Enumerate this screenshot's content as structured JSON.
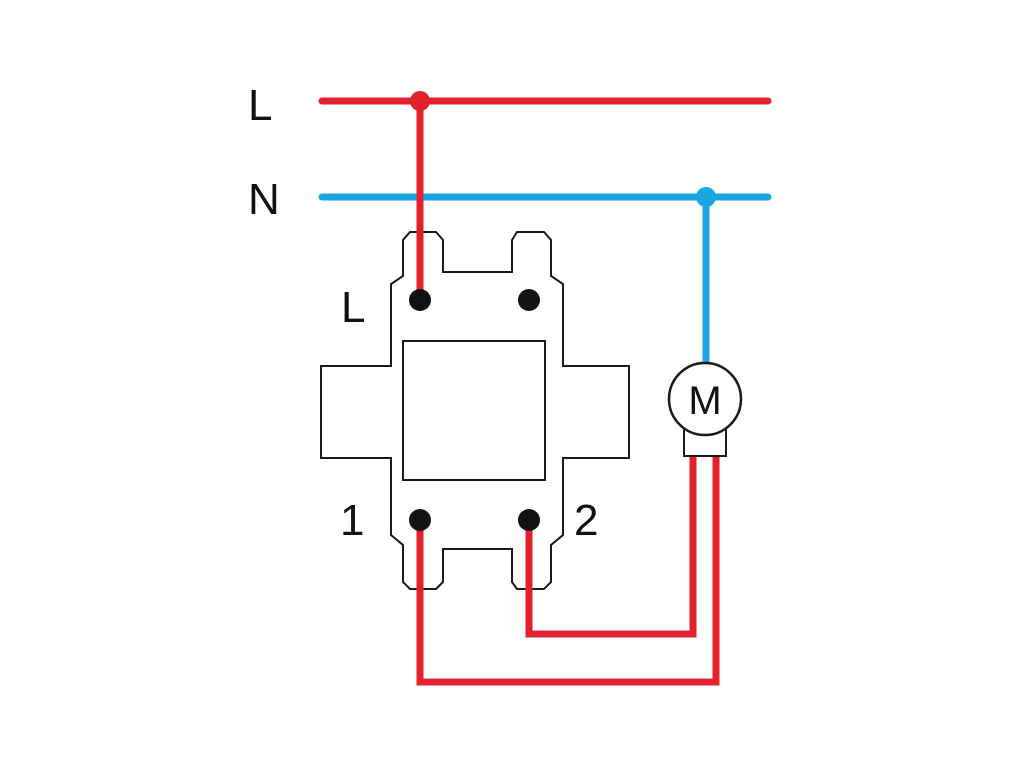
{
  "labels": {
    "line_l": "L",
    "line_n": "N",
    "terminal_l": "L",
    "terminal_1": "1",
    "terminal_2": "2",
    "motor": "M"
  },
  "colors": {
    "live": "#e3202b",
    "neutral": "#1aa6e0",
    "outline": "#1a1a1a",
    "terminal": "#111111",
    "background": "#ffffff"
  }
}
